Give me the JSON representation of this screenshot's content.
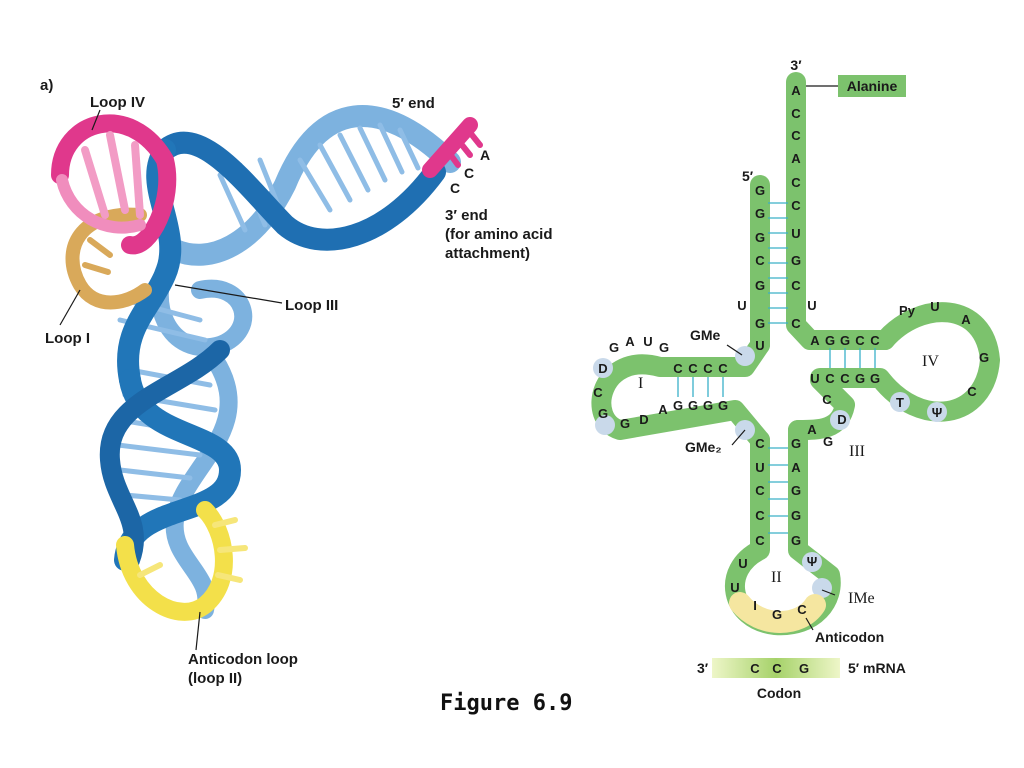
{
  "left": {
    "panel_label": "a)",
    "loop4": "Loop IV",
    "loop3": "Loop III",
    "loop1": "Loop I",
    "five_end": "5′ end",
    "acc_A": "A",
    "acc_C1": "C",
    "acc_C2": "C",
    "three_end_1": "3′ end",
    "three_end_2": "(for amino acid",
    "three_end_3": "attachment)",
    "anticodon_1": "Anticodon loop",
    "anticodon_2": "(loop II)"
  },
  "figure_caption": "Figure 6.9",
  "right": {
    "three_prime": "3′",
    "alanine": "Alanine",
    "five_prime": "5′",
    "gme": "GMe",
    "gme2": "GMe₂",
    "ime": "IMe",
    "anticodon": "Anticodon",
    "roman_I": "I",
    "roman_II": "II",
    "roman_III": "III",
    "roman_IV": "IV",
    "mrna_3": "3′",
    "mrna_5": "5′ mRNA",
    "codon": "Codon",
    "acceptor_3": [
      "A",
      "C",
      "C",
      "A",
      "C",
      "C",
      "U",
      "G",
      "C",
      "U",
      "C"
    ],
    "acceptor_5": [
      "G",
      "G",
      "G",
      "C",
      "G",
      "U",
      "G",
      "U"
    ],
    "d_top": [
      "G",
      "A",
      "U",
      "G"
    ],
    "d_pair": [
      "C",
      "C",
      "C",
      "C"
    ],
    "d_bot": [
      "A",
      "G",
      "G",
      "G",
      "G"
    ],
    "d_left": [
      "D",
      "C",
      "G",
      "G",
      "D"
    ],
    "t_top": [
      "A",
      "G",
      "G",
      "C",
      "C"
    ],
    "t_bot": [
      "U",
      "C",
      "C",
      "G",
      "G"
    ],
    "t_loop": [
      "Py",
      "U",
      "A",
      "G",
      "C",
      "Ψ",
      "T"
    ],
    "var": [
      "C",
      "D",
      "A",
      "G"
    ],
    "ac_left": [
      "C",
      "U",
      "C",
      "C",
      "C",
      "U",
      "U"
    ],
    "ac_right": [
      "G",
      "A",
      "G",
      "G",
      "G",
      "Ψ"
    ],
    "ac_code": [
      "I",
      "G",
      "C"
    ],
    "codon_letters": [
      "C",
      "C",
      "G"
    ]
  }
}
